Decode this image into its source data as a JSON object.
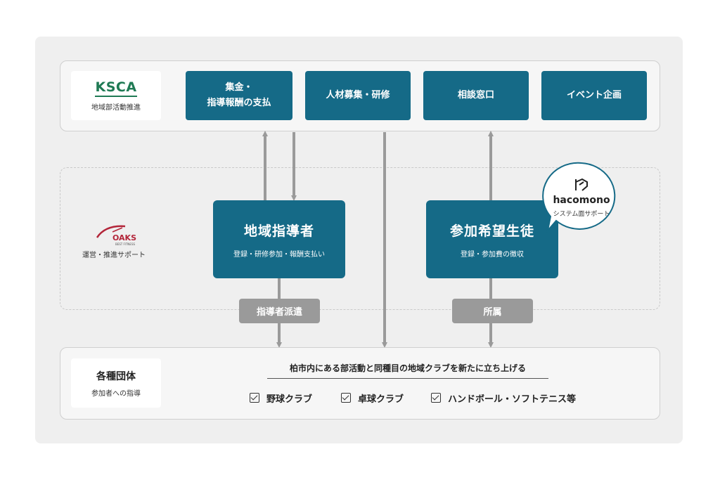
{
  "top": {
    "logo_text": "KSCA",
    "logo_caption": "地域部活動推進",
    "boxes": [
      "集金・",
      "指導報酬の支払",
      "人材募集・研修",
      "相談窓口",
      "イベント企画"
    ]
  },
  "middle": {
    "logo_text": "OAKS",
    "logo_sub": "BEST FITNESS",
    "logo_caption": "運営・推進サポート",
    "instructor": {
      "title": "地域指導者",
      "subtitle": "登録・研修参加・報酬支払い"
    },
    "participant": {
      "title": "参加希望生徒",
      "subtitle": "登録・参加費の徴収"
    },
    "hacomono": {
      "name": "hacomono",
      "caption": "システム面サポート"
    },
    "tag_dispatch": "指導者派遣",
    "tag_belong": "所属"
  },
  "bottom": {
    "title": "各種団体",
    "caption": "参加者への指導",
    "headline": "柏市内にある部活動と同種目の地域クラブを新たに立ち上げる",
    "items": [
      "野球クラブ",
      "卓球クラブ",
      "ハンドボール・ソフトテニス等"
    ]
  },
  "colors": {
    "teal": "#156a87",
    "gray_tag": "#9a9a9a",
    "ksca_green": "#1f7a54",
    "oaks_red": "#b3263a"
  }
}
